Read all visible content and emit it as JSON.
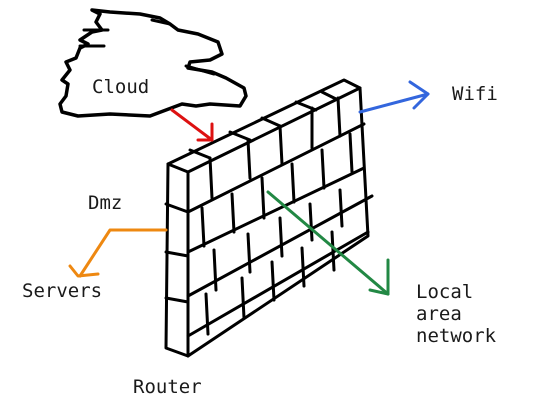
{
  "labels": {
    "cloud": "Cloud",
    "wifi": "Wifi",
    "dmz": "Dmz",
    "servers": "Servers",
    "router": "Router",
    "lan": [
      "Local",
      "area",
      "network"
    ]
  },
  "colors": {
    "stroke": "#000000",
    "cloud_to_wall_arrow": "#dd1111",
    "wifi_arrow": "#3366dd",
    "dmz_arrow": "#ee8811",
    "lan_arrow": "#228844"
  },
  "icons": {
    "cloud": "cloud-icon",
    "wall": "firewall-brick-wall-icon"
  }
}
